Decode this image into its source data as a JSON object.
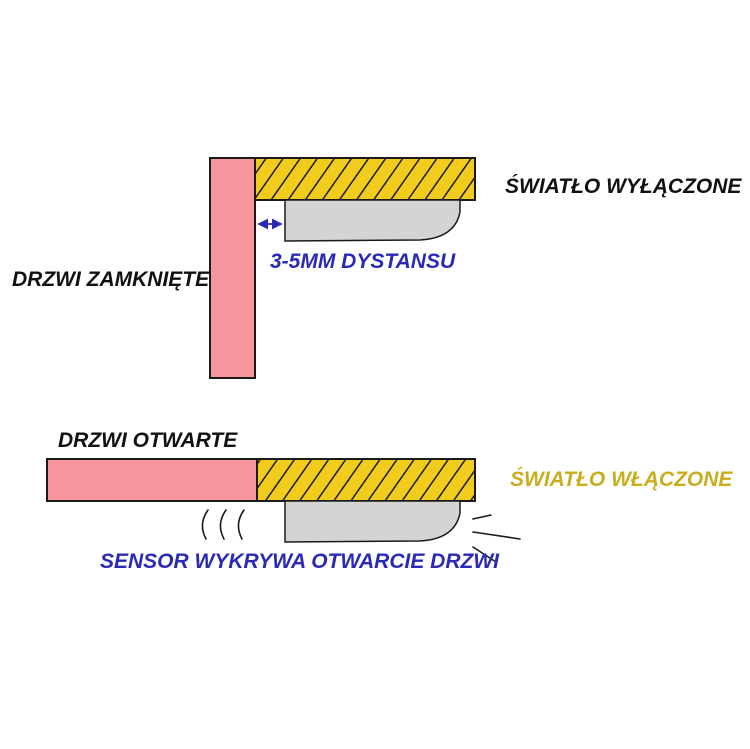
{
  "labels": {
    "door_closed": "DRZWI ZAMKNIĘTE",
    "light_off": "ŚWIATŁO WYŁĄCZONE",
    "distance": "3-5MM DYSTANSU",
    "door_open": "DRZWI OTWARTE",
    "light_on": "ŚWIATŁO WŁĄCZONE",
    "sensor_detects": "SENSOR WYKRYWA OTWARCIE DRZWI"
  },
  "colors": {
    "door": "#f7969c",
    "shelf": "#f2cc1c",
    "hatch": "#1a1a1a",
    "sensor": "#d4d4d4",
    "outline": "#1a1a1a",
    "text_dark": "#111111",
    "text_blue": "#2a2ab4",
    "text_gold": "#c8ad1e"
  }
}
